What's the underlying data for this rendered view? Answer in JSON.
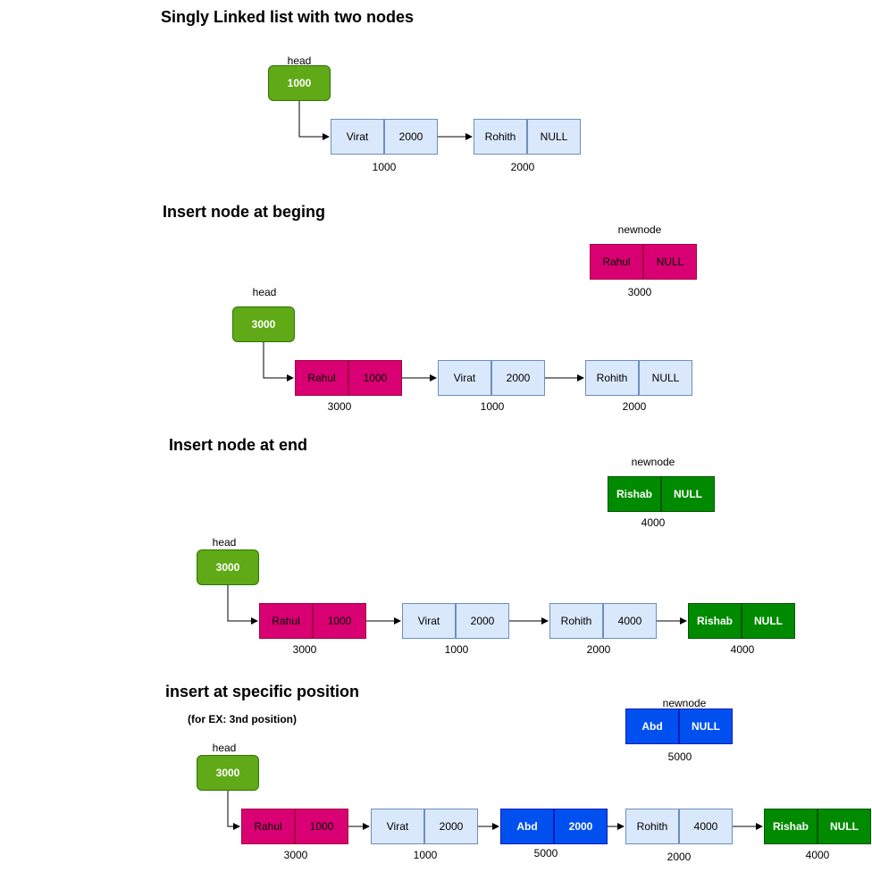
{
  "sections": {
    "s1": {
      "title": "Singly Linked list with two nodes",
      "head_label": "head",
      "head_value": "1000",
      "nodes": [
        {
          "data": "Virat",
          "next": "2000",
          "addr": "1000"
        },
        {
          "data": "Rohith",
          "next": "NULL",
          "addr": "2000"
        }
      ]
    },
    "s2": {
      "title": "Insert  node at beging",
      "newnode_label": "newnode",
      "newnode": {
        "data": "Rahul",
        "next": "NULL",
        "addr": "3000"
      },
      "head_label": "head",
      "head_value": "3000",
      "nodes": [
        {
          "data": "Rahul",
          "next": "1000",
          "addr": "3000"
        },
        {
          "data": "Virat",
          "next": "2000",
          "addr": "1000"
        },
        {
          "data": "Rohith",
          "next": "NULL",
          "addr": "2000"
        }
      ]
    },
    "s3": {
      "title": "Insert node at end",
      "newnode_label": "newnode",
      "newnode": {
        "data": "Rishab",
        "next": "NULL",
        "addr": "4000"
      },
      "head_label": "head",
      "head_value": "3000",
      "nodes": [
        {
          "data": "Rahul",
          "next": "1000",
          "addr": "3000"
        },
        {
          "data": "Virat",
          "next": "2000",
          "addr": "1000"
        },
        {
          "data": "Rohith",
          "next": "4000",
          "addr": "2000"
        },
        {
          "data": "Rishab",
          "next": "NULL",
          "addr": "4000"
        }
      ]
    },
    "s4": {
      "title": "insert at specific position",
      "subtitle": "(for EX: 3nd position)",
      "newnode_label": "newnode",
      "newnode": {
        "data": "Abd",
        "next": "NULL",
        "addr": "5000"
      },
      "head_label": "head",
      "head_value": "3000",
      "nodes": [
        {
          "data": "Rahul",
          "next": "1000",
          "addr": "3000"
        },
        {
          "data": "Virat",
          "next": "2000",
          "addr": "1000"
        },
        {
          "data": "Abd",
          "next": "2000",
          "addr": "5000"
        },
        {
          "data": "Rohith",
          "next": "4000",
          "addr": "2000"
        },
        {
          "data": "Rishab",
          "next": "NULL",
          "addr": "4000"
        }
      ]
    }
  },
  "colors": {
    "head": "#60a917",
    "blue_node": "#dae8fc",
    "pink_node": "#d80073",
    "green_node": "#008a00",
    "dark_blue_node": "#0050ef"
  }
}
